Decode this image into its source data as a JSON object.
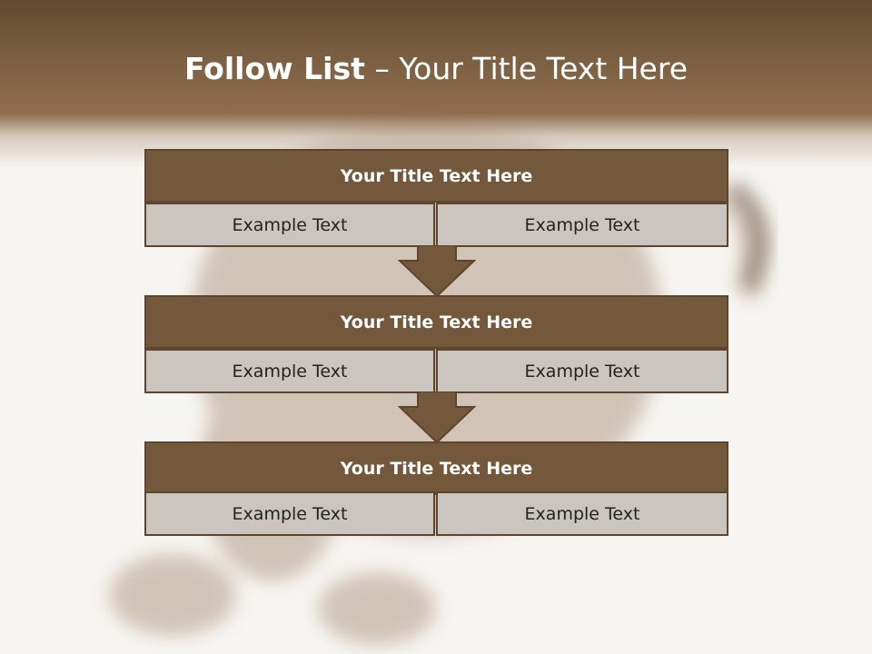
{
  "title": {
    "bold": "Follow List",
    "rest": "– Your Title Text Here"
  },
  "blocks": [
    {
      "title": "Your Title Text Here",
      "left": "Example Text",
      "right": "Example Text"
    },
    {
      "title": "Your Title Text Here",
      "left": "Example Text",
      "right": "Example Text"
    },
    {
      "title": "Your Title Text Here",
      "left": "Example Text",
      "right": "Example Text"
    }
  ],
  "colors": {
    "header": "#74583b",
    "border": "#5e4530",
    "cell": "#cbc5bf",
    "text": "#ffffff"
  }
}
